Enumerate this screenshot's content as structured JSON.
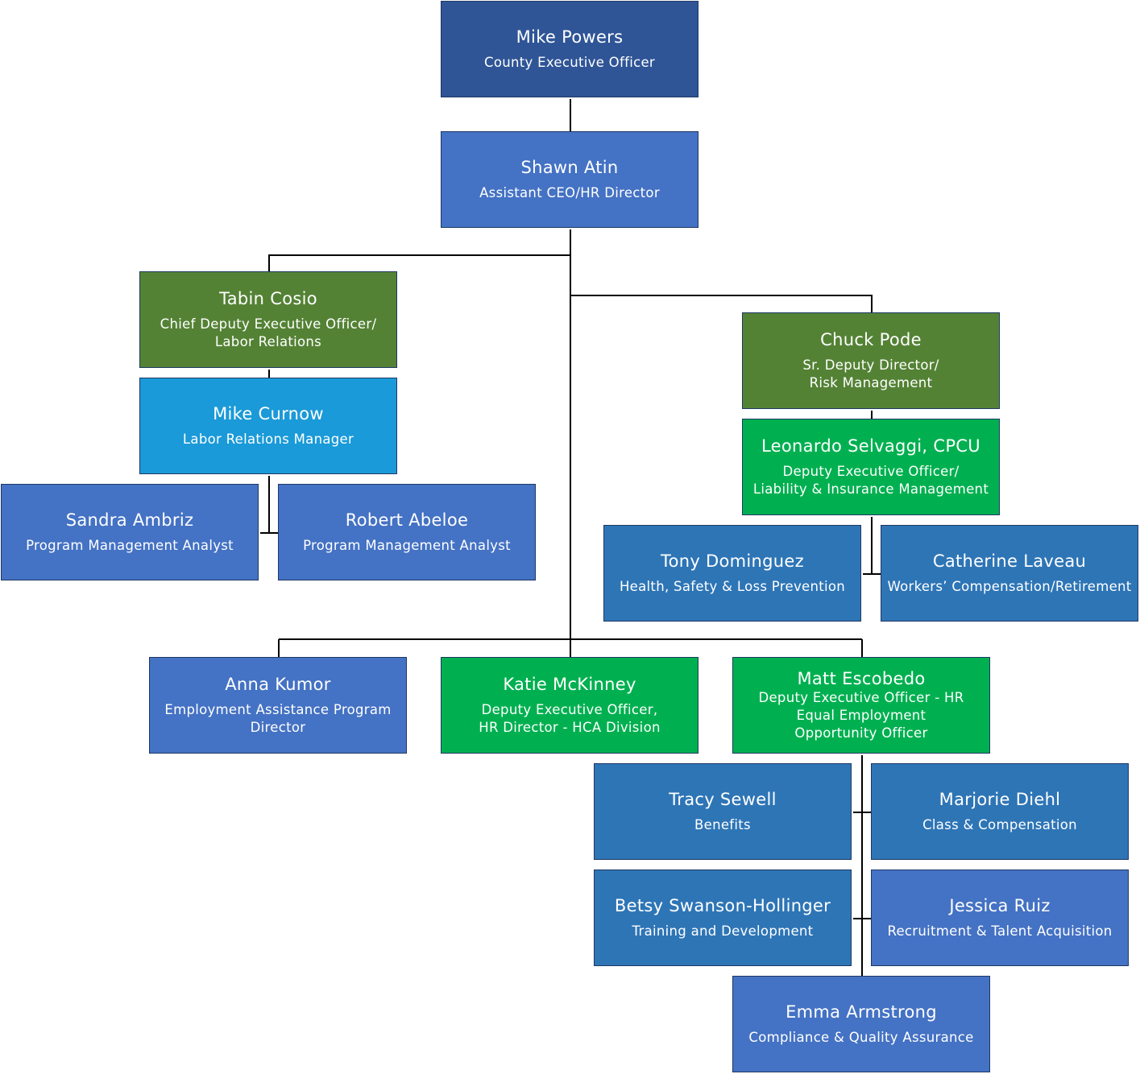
{
  "nodes": {
    "powers": {
      "name": "Mike Powers",
      "title": "County Executive Officer",
      "color": "#2f5597"
    },
    "atin": {
      "name": "Shawn Atin",
      "title": "Assistant CEO/HR Director",
      "color": "#4472c4"
    },
    "cosio": {
      "name": "Tabin Cosio",
      "title": "Chief Deputy Executive Officer/\nLabor Relations",
      "color": "#548235"
    },
    "curnow": {
      "name": "Mike Curnow",
      "title": "Labor Relations Manager",
      "color": "#1a9ad8"
    },
    "ambriz": {
      "name": "Sandra Ambriz",
      "title": "Program Management Analyst",
      "color": "#4472c4"
    },
    "abeloe": {
      "name": "Robert Abeloe",
      "title": "Program Management Analyst",
      "color": "#4472c4"
    },
    "pode": {
      "name": "Chuck Pode",
      "title": "Sr. Deputy Director/\nRisk Management",
      "color": "#548235"
    },
    "selvaggi": {
      "name": "Leonardo Selvaggi, CPCU",
      "title": "Deputy Executive Officer/\nLiability & Insurance Management",
      "color": "#00b050"
    },
    "dominguez": {
      "name": "Tony Dominguez",
      "title": "Health, Safety & Loss Prevention",
      "color": "#2e75b6"
    },
    "laveau": {
      "name": "Catherine Laveau",
      "title": "Workers’ Compensation/Retirement",
      "color": "#2e75b6"
    },
    "kumor": {
      "name": "Anna Kumor",
      "title": "Employment Assistance Program\nDirector",
      "color": "#4472c4"
    },
    "mckinney": {
      "name": "Katie McKinney",
      "title": "Deputy Executive Officer,\nHR Director - HCA Division",
      "color": "#00b050"
    },
    "escobedo": {
      "name": "Matt Escobedo",
      "title": "Deputy Executive Officer - HR\nEqual Employment\nOpportunity Officer",
      "color": "#00b050"
    },
    "sewell": {
      "name": "Tracy Sewell",
      "title": "Benefits",
      "color": "#2e75b6"
    },
    "diehl": {
      "name": "Marjorie Diehl",
      "title": "Class & Compensation",
      "color": "#2e75b6"
    },
    "swanson": {
      "name": "Betsy Swanson-Hollinger",
      "title": "Training and Development",
      "color": "#2e75b6"
    },
    "ruiz": {
      "name": "Jessica Ruiz",
      "title": "Recruitment & Talent Acquisition",
      "color": "#4472c4"
    },
    "armstrong": {
      "name": "Emma Armstrong",
      "title": "Compliance & Quality Assurance",
      "color": "#4472c4"
    }
  }
}
